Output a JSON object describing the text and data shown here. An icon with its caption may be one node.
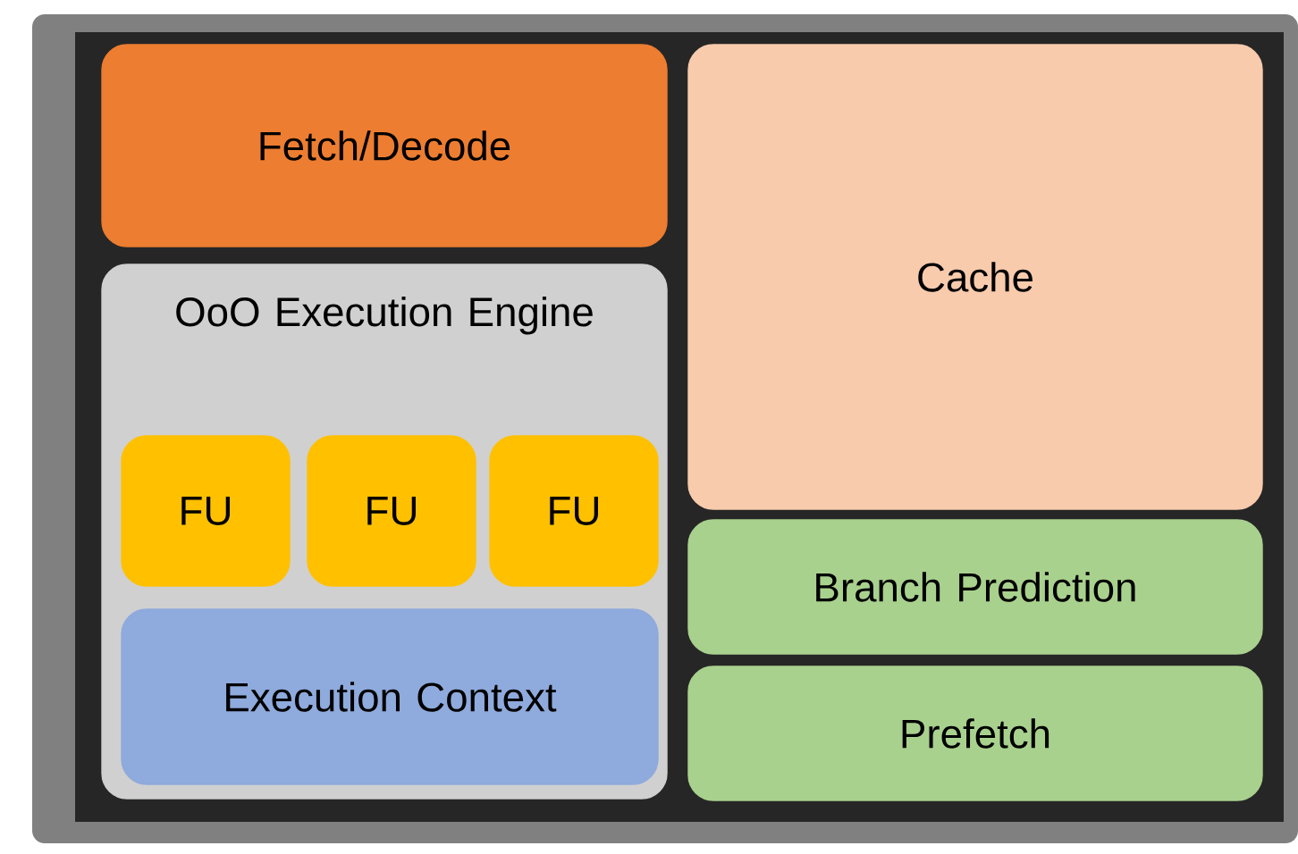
{
  "diagram": {
    "nodes": [
      {
        "text": [
          "Fetch/Decode"
        ]
      },
      {
        "text": [
          "OoO Execution Engine"
        ]
      },
      {
        "text": [
          "FU"
        ],
        "in": 1
      },
      {
        "text": [
          "FU"
        ],
        "in": 1
      },
      {
        "text": [
          "FU"
        ],
        "in": 1
      },
      {
        "text": [
          "Execution Context"
        ],
        "in": 1
      },
      {
        "text": [
          "Cache"
        ]
      },
      {
        "text": [
          "Branch Prediction"
        ]
      },
      {
        "text": [
          "Prefetch"
        ]
      }
    ]
  }
}
